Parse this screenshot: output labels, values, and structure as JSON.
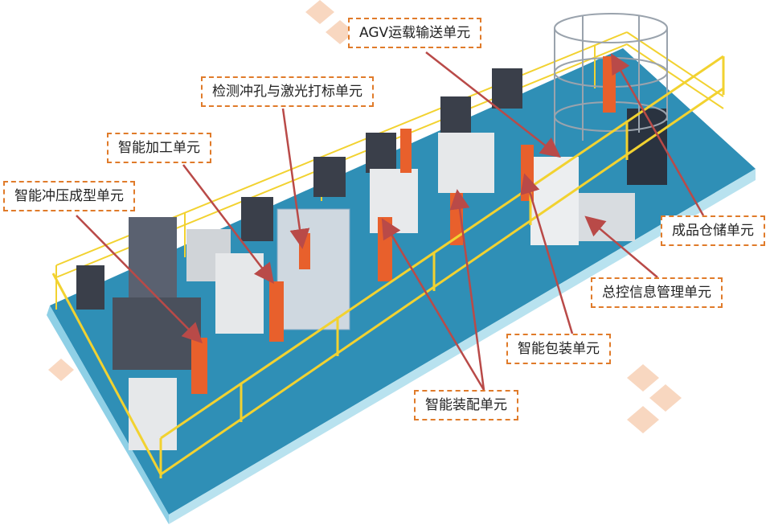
{
  "colors": {
    "accent_border": "#e07b2a",
    "arrow": "#b94a48",
    "floor_top": "#2f8fb6",
    "floor_side": "#8fd0e6",
    "fence": "#f2d230",
    "robot": "#e8602c",
    "watermark": "#f6c7a6"
  },
  "labels": {
    "agv": "AGV运载输送单元",
    "detect": "检测冲孔与激光打标单元",
    "machining": "智能加工单元",
    "press": "智能冲压成型单元",
    "storage": "成品仓储单元",
    "control": "总控信息管理单元",
    "packaging": "智能包装单元",
    "assembly": "智能装配单元"
  }
}
